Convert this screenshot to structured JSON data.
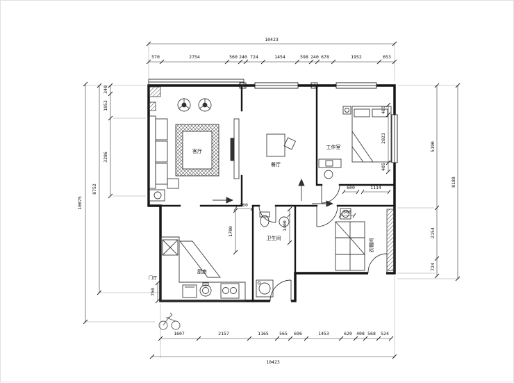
{
  "dims": {
    "top_total": "10423",
    "top": [
      "570",
      "2754",
      "560",
      "240",
      "724",
      "1454",
      "598",
      "240",
      "678",
      "1952",
      "653"
    ],
    "bottom": [
      "1607",
      "2157",
      "1165",
      "565",
      "696",
      "1453",
      "620",
      "408",
      "568",
      "524"
    ],
    "bottom_total": "10423",
    "left": {
      "outer": "10075",
      "inner": "8752",
      "s1": "340",
      "s2": "1053",
      "s3": "3286",
      "s4": "750"
    },
    "right": {
      "outer": "8188",
      "upper": "5190",
      "mid": "2154",
      "lower": "724",
      "bed_top": "405",
      "bed_mid": "2023",
      "bed_bottom": "405"
    },
    "inner": {
      "corridor_w": "360",
      "kitchen_l": "1780",
      "bath_l": "1400",
      "shelf_w": "600",
      "hall_a": "600",
      "hall_b": "1114"
    }
  },
  "rooms": {
    "living": "客厅",
    "dining": "餐厅",
    "study": "工作室",
    "kitchen": "厨房",
    "bath": "卫生间",
    "closet": "衣帽间",
    "entry": "门厅"
  }
}
